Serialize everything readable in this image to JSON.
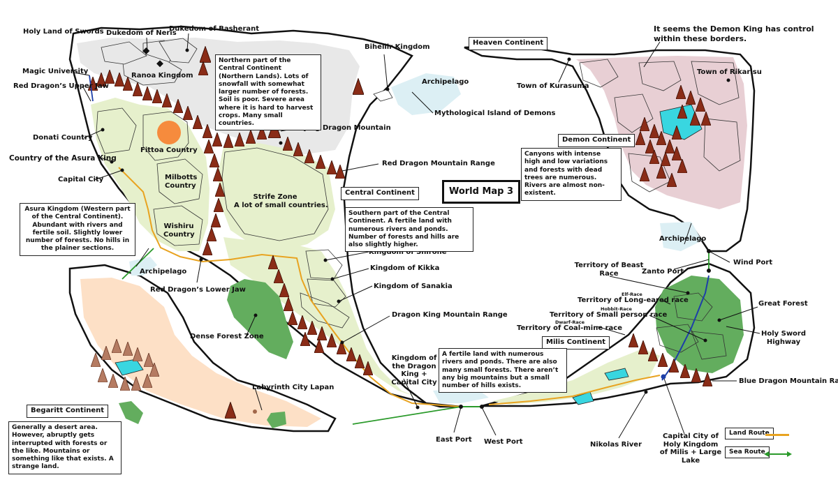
{
  "map": {
    "title": "World Map 3",
    "colors": {
      "northern": "#e8e8e8",
      "plains": "#e6f0cc",
      "desert": "#fde0c6",
      "demon": "#e8cfd4",
      "forest": "#63ad5e",
      "lake": "#39d6e0",
      "mountain": "#8a2c17",
      "mountain_light": "#b57b62",
      "ice": "#dceff4",
      "land_route": "#e8a320",
      "sea_route": "#2a9a2a",
      "highway": "#1d3fa8"
    },
    "continent_titles": {
      "heaven": "Heaven Continent",
      "demon": "Demon Continent",
      "central": "Central Continent",
      "milis": "Milis Continent",
      "begaritt": "Begaritt Continent"
    },
    "notes": {
      "northern": "Northern part of the Central Continent (Northern Lands). Lots of snowfall with somewhat larger number of forests. Soil is poor. Severe area where it is hard to harvest crops. Many small countries.",
      "demon": "Canyons with intense high and low variations and forests with dead trees are numerous. Rivers are almost non-existent.",
      "southern": "Southern part of the Central Continent. A fertile land with numerous rivers and ponds. Number of forests and hills are also slightly higher.",
      "asura": "Asura Kingdom (Western part of the Central Continent). Abundant with rivers and fertile soil. Slightly lower number of forests. No hills in the plainer sections.",
      "milis": "A fertile land with numerous rivers and ponds. There are also many small forests. There aren’t any big mountains but a small number of hills exists.",
      "begaritt": "Generally a desert area. However, abruptly gets interrupted with forests or the like. Mountains or something like that exists. A strange land."
    },
    "demon_king_note": "It seems the Demon King has control within these borders.",
    "labels": {
      "holy_land": "Holy Land of Swords",
      "neris": "Dukedom of Neris",
      "basherant": "Dukedom of Basherant",
      "magic_univ": "Magic University",
      "ranoa": "Ranoa Kingdom",
      "upper_jaw": "Red Dragon’s Upper Jaw",
      "biheilir": "Biheilir Kingdom",
      "archipelago_n": "Archipelago",
      "myth_island": "Mythological Island of Demons",
      "kurasuma": "Town of Kurasuma",
      "rikarisu": "Town of Rikarisu",
      "crying_dragon": "Crying Dragon Mountain",
      "red_dragon_range": "Red Dragon Mountain Range",
      "donati": "Donati Country",
      "fittoa": "Fittoa Country",
      "asura_king": "Country of the Asura King",
      "capital_city": "Capital City",
      "milbotts": "Milbotts Country",
      "strife": "Strife Zone",
      "strife_sub": "A lot of small countries.",
      "wishiru": "Wishiru Country",
      "archipelago_w": "Archipelago",
      "lower_jaw": "Red Dragon’s Lower Jaw",
      "shirone": "Kingdom of Shirone",
      "kikka": "Kingdom of Kikka",
      "sanakia": "Kingdom of Sanakia",
      "dragon_king_range": "Dragon King Mountain Range",
      "dense_forest": "Dense Forest Zone",
      "dragon_king_capital": "Kingdom of the Dragon King + Capital City",
      "labyrinth": "Labyrinth City Lapan",
      "east_port": "East Port",
      "west_port": "West Port",
      "archipelago_e": "Archipelago",
      "wind_port": "Wind Port",
      "zanto_port": "Zanto Port",
      "beast": "Territory of Beast Race",
      "elf_tag": "Elf-Race",
      "long_eared": "Territory of Long-eared race",
      "hobbit_tag": "Hobbit-Race",
      "small_person": "Territory of Small person race",
      "dwarf_tag": "Dwarf-Race",
      "coal_mine": "Territory of Coal-mine race",
      "great_forest": "Great Forest",
      "holy_sword_highway": "Holy Sword Highway",
      "blue_dragon": "Blue Dragon Mountain Range",
      "nikolas": "Nikolas River",
      "milis_capital": "Capital City of Holy Kingdom of Milis + Large Lake"
    },
    "legend": {
      "land_route": "Land Route",
      "sea_route": "Sea Route"
    }
  }
}
